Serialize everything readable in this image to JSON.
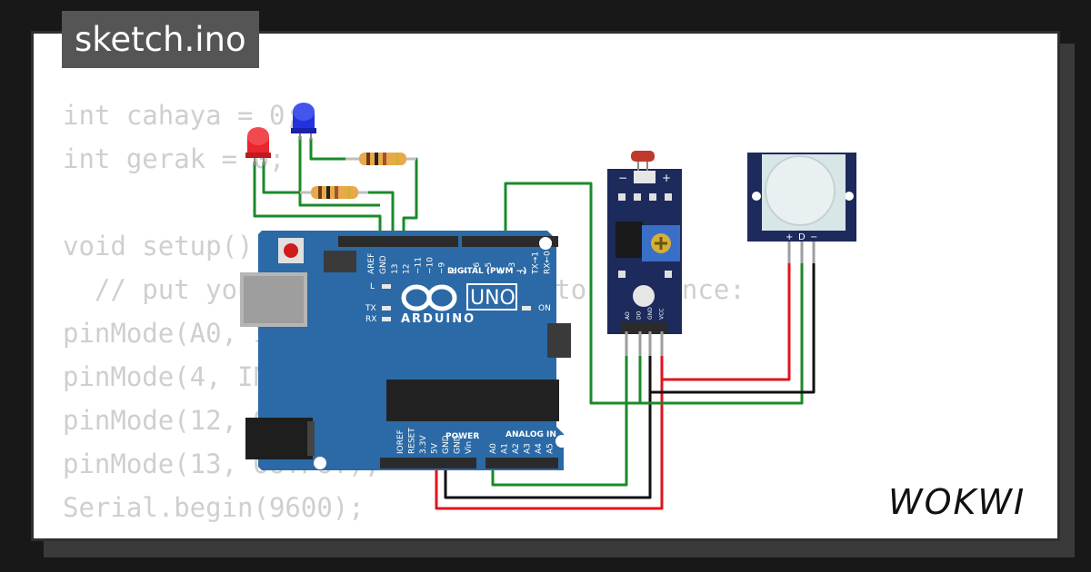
{
  "file_tab": {
    "title": "sketch.ino"
  },
  "code_lines": [
    "int cahaya = 0;",
    "int gerak = 0;",
    "",
    "void setup() {",
    "  // put your setup code here, to run once:",
    "pinMode(A0, INPUT);",
    "pinMode(4, INPUT);",
    "pinMode(12, OUTPUT);",
    "pinMode(13, OUTPUT);",
    "Serial.begin(9600);",
    "}"
  ],
  "arduino": {
    "brand": "ARDUINO",
    "model": "UNO",
    "digital_label": "DIGITAL (PWM ~)",
    "power_label": "POWER",
    "analog_label": "ANALOG IN",
    "on_label": "ON",
    "l_label": "L",
    "tx_label": "TX",
    "rx_label": "RX",
    "top_pins": [
      "AREF",
      "GND",
      "13",
      "12",
      "~11",
      "~10",
      "~9",
      "8",
      "7",
      "~6",
      "~5",
      "4",
      "~3",
      "2",
      "TX→1",
      "RX←0"
    ],
    "power_pins": [
      "IOREF",
      "RESET",
      "3.3V",
      "5V",
      "GND",
      "GND",
      "Vin"
    ],
    "analog_pins": [
      "A0",
      "A1",
      "A2",
      "A3",
      "A4",
      "A5"
    ]
  },
  "ldr_module": {
    "pins": [
      "AO",
      "DO",
      "GND",
      "VCC"
    ],
    "minus": "−",
    "plus": "+"
  },
  "pir_module": {
    "pins": [
      "+",
      "D",
      "−"
    ]
  },
  "logo": {
    "text": "WOKWI"
  },
  "colors": {
    "background": "#181818",
    "board": "#2b6aa6",
    "wire_green": "#1a8a2a",
    "wire_red": "#e0141e",
    "wire_black": "#111111",
    "led_red": "#e8262c",
    "led_blue": "#2233dd",
    "module_navy": "#1c2a5c"
  },
  "icons": [
    "arduino-infinity-icon",
    "reset-button-icon",
    "potentiometer-icon",
    "photoresistor-icon",
    "pir-dome-icon"
  ]
}
